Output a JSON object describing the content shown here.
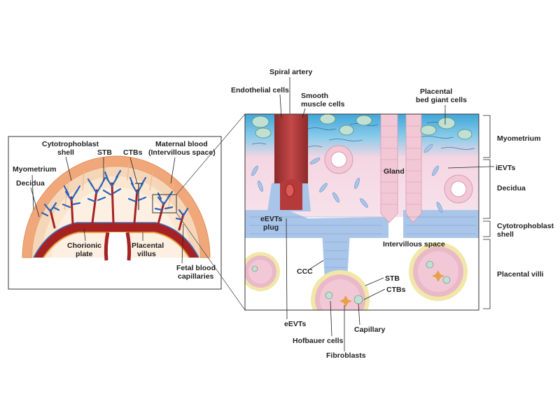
{
  "left_panel": {
    "labels": {
      "myometrium": "Myometrium",
      "decidua": "Decidua",
      "cytotrophoblast_shell_1": "Cytotrophoblast",
      "cytotrophoblast_shell_2": "shell",
      "stb": "STB",
      "ctbs": "CTBs",
      "maternal_blood_1": "Maternal blood",
      "maternal_blood_2": "(Intervillous space)",
      "chorionic_plate_1": "Chorionic",
      "chorionic_plate_2": "plate",
      "placental_villus_1": "Placental",
      "placental_villus_2": "villus",
      "fetal_capillaries_1": "Fetal blood",
      "fetal_capillaries_2": "capillaries"
    }
  },
  "right_panel": {
    "labels": {
      "spiral_artery": "Spiral artery",
      "endothelial_cells": "Endothelial cells",
      "smooth_muscle_1": "Smooth",
      "smooth_muscle_2": "muscle cells",
      "placental_bed_1": "Placental",
      "placental_bed_2": "bed giant cells",
      "gland": "Gland",
      "eevts_plug_1": "eEVTs",
      "eevts_plug_2": "plug",
      "intervillous_space": "Intervillous space",
      "ccc": "CCC",
      "stb": "STB",
      "ctbs": "CTBs",
      "eevts": "eEVTs",
      "capillary": "Capillary",
      "hofbauer": "Hofbauer cells",
      "fibroblasts": "Fibroblasts"
    },
    "layers": {
      "myometrium": "Myometrium",
      "ievts": "iEVTs",
      "decidua": "Decidua",
      "cyto_shell_1": "Cytotrophoblast",
      "cyto_shell_2": "shell",
      "placental_villi": "Placental villi"
    }
  },
  "colors": {
    "myometrium_blue": "#5bb6df",
    "decidua_pink": "#f4d6e2",
    "artery_red": "#b53a3a",
    "trophoblast_blue": "#a9c6ea",
    "uterus_orange": "#f0a070",
    "villus_ring_yellow": "#f1e7a8"
  }
}
